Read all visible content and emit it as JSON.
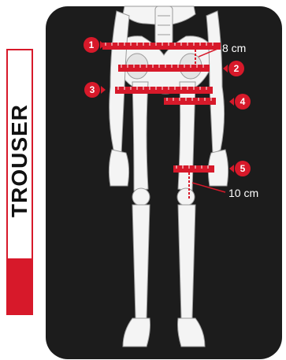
{
  "title": "TROUSER",
  "measurements": [
    "1",
    "2",
    "3",
    "4",
    "5"
  ],
  "dimension_labels": {
    "waist_gap": "8 cm",
    "knee_gap": "10 cm"
  },
  "colors": {
    "accent": "#d7192a",
    "panel": "#1c1c1c",
    "bone_fill": "#f4f4f4",
    "bone_stroke": "#9a9a9a"
  }
}
